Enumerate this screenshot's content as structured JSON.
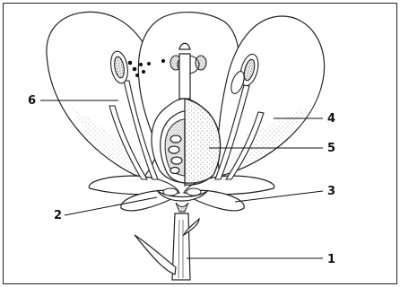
{
  "labels": {
    "l1": "1",
    "l2": "2",
    "l3": "3",
    "l4": "4",
    "l5": "5",
    "l6": "6"
  }
}
